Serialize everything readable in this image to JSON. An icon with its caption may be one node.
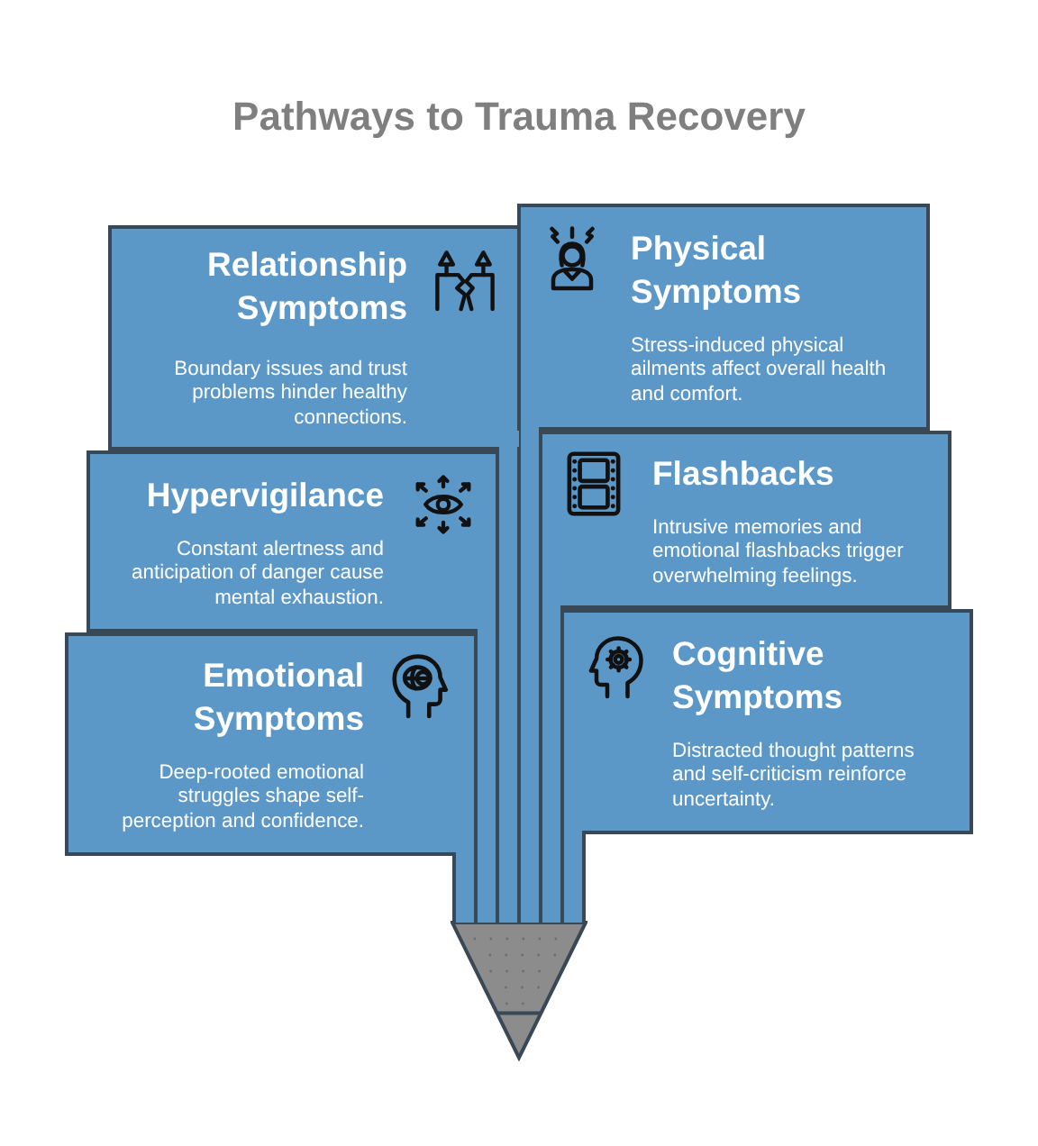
{
  "diagram": {
    "title": "Pathways to Trauma Recovery",
    "nodes": [
      {
        "text": [
          "Relationship Symptoms",
          "Boundary issues and trust problems hinder healthy connections."
        ]
      },
      {
        "text": [
          "Physical Symptoms",
          "Stress-induced physical ailments affect overall health and comfort."
        ]
      },
      {
        "text": [
          "Hypervigilance",
          "Constant alertness and anticipation of danger cause mental exhaustion."
        ]
      },
      {
        "text": [
          "Flashbacks",
          "Intrusive memories and emotional flashbacks trigger overwhelming feelings."
        ]
      },
      {
        "text": [
          "Emotional Symptoms",
          "Deep-rooted emotional struggles shape self-perception and confidence."
        ]
      },
      {
        "text": [
          "Cognitive Symptoms",
          "Distracted thought patterns and self-criticism reinforce uncertainty."
        ]
      },
      {
        "text": [],
        "shape": "triangle"
      }
    ],
    "edges": [
      {
        "from": 0,
        "to": 6,
        "arrow": "none"
      },
      {
        "from": 1,
        "to": 6,
        "arrow": "none"
      },
      {
        "from": 2,
        "to": 6,
        "arrow": "none"
      },
      {
        "from": 3,
        "to": 6,
        "arrow": "none"
      },
      {
        "from": 4,
        "to": 6,
        "arrow": "none"
      },
      {
        "from": 5,
        "to": 6,
        "arrow": "none"
      }
    ]
  }
}
